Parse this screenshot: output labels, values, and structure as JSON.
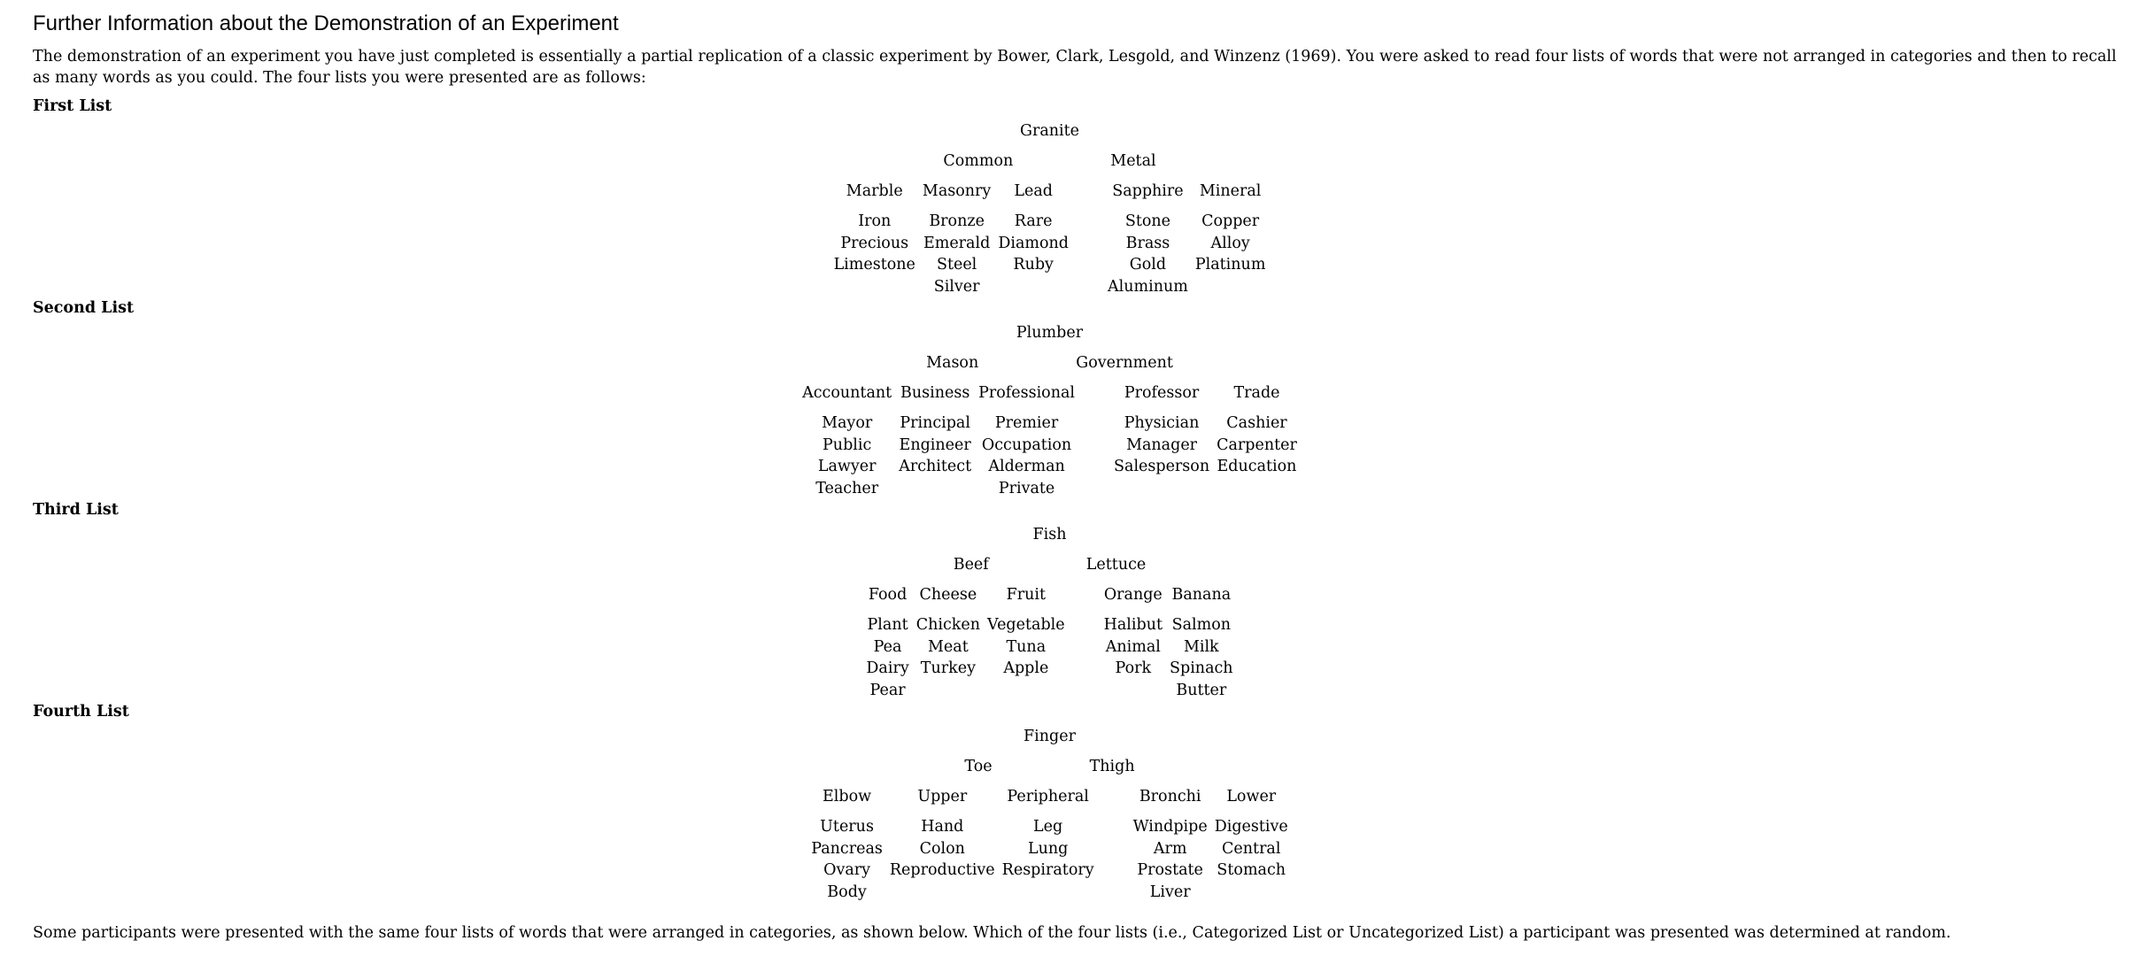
{
  "title": "Further Information about the Demonstration of an Experiment",
  "intro": "The demonstration of an experiment you have just completed is essentially a partial replication of a classic experiment by Bower, Clark, Lesgold, and Winzenz (1969). You were asked to read four lists of words that were not arranged in categories and then to recall as many words as you could. The four lists you were presented are as follows:",
  "lists": [
    {
      "heading": "First List",
      "top": "Granite",
      "mid": [
        "Common",
        "Metal"
      ],
      "row3": [
        "Marble",
        "Masonry",
        "Lead",
        "Sapphire",
        "Mineral"
      ],
      "cols": [
        [
          "Iron",
          "Precious",
          "Limestone"
        ],
        [
          "Bronze",
          "Emerald",
          "Steel",
          "Silver"
        ],
        [
          "Rare",
          "Diamond",
          "Ruby"
        ],
        [
          "Stone",
          "Brass",
          "Gold",
          "Aluminum"
        ],
        [
          "Copper",
          "Alloy",
          "Platinum"
        ]
      ]
    },
    {
      "heading": "Second List",
      "top": "Plumber",
      "mid": [
        "Mason",
        "Government"
      ],
      "row3": [
        "Accountant",
        "Business",
        "Professional",
        "Professor",
        "Trade"
      ],
      "cols": [
        [
          "Mayor",
          "Public",
          "Lawyer",
          "Teacher"
        ],
        [
          "Principal",
          "Engineer",
          "Architect"
        ],
        [
          "Premier",
          "Occupation",
          "Alderman",
          "Private"
        ],
        [
          "Physician",
          "Manager",
          "Salesperson"
        ],
        [
          "Cashier",
          "Carpenter",
          "Education"
        ]
      ]
    },
    {
      "heading": "Third List",
      "top": "Fish",
      "mid": [
        "Beef",
        "Lettuce"
      ],
      "row3": [
        "Food",
        "Cheese",
        "Fruit",
        "Orange",
        "Banana"
      ],
      "cols": [
        [
          "Plant",
          "Pea",
          "Dairy",
          "Pear"
        ],
        [
          "Chicken",
          "Meat",
          "Turkey"
        ],
        [
          "Vegetable",
          "Tuna",
          "Apple"
        ],
        [
          "Halibut",
          "Animal",
          "Pork"
        ],
        [
          "Salmon",
          "Milk",
          "Spinach",
          "Butter"
        ]
      ]
    },
    {
      "heading": "Fourth List",
      "top": "Finger",
      "mid": [
        "Toe",
        "Thigh"
      ],
      "row3": [
        "Elbow",
        "Upper",
        "Peripheral",
        "Bronchi",
        "Lower"
      ],
      "cols": [
        [
          "Uterus",
          "Pancreas",
          "Ovary",
          "Body"
        ],
        [
          "Hand",
          "Colon",
          "Reproductive"
        ],
        [
          "Leg",
          "Lung",
          "Respiratory"
        ],
        [
          "Windpipe",
          "Arm",
          "Prostate",
          "Liver"
        ],
        [
          "Digestive",
          "Central",
          "Stomach"
        ]
      ]
    }
  ],
  "footer": "Some participants were presented with the same four lists of words that were arranged in categories, as shown below. Which of the four lists (i.e., Categorized List or Uncategorized List) a participant was presented was determined at random."
}
